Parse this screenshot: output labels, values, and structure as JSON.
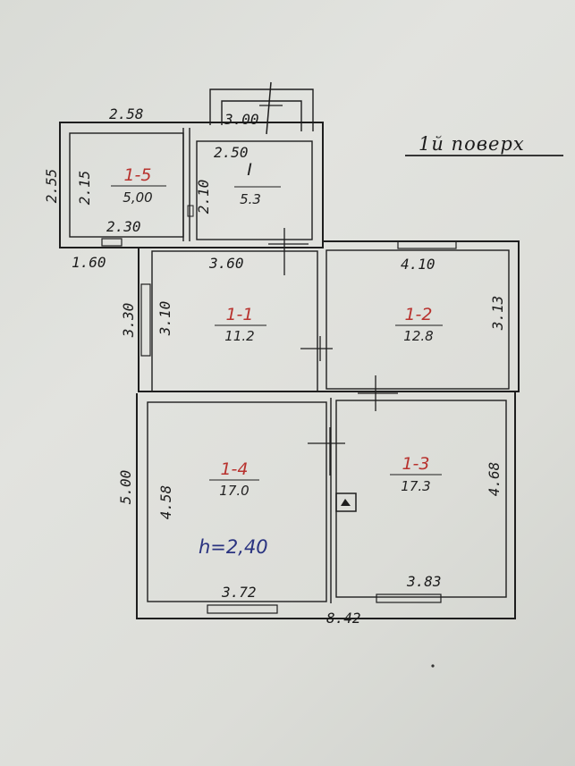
{
  "title": "1й поверх",
  "ceiling_height": "h=2,40",
  "rooms": {
    "r1_5": {
      "code": "1-5",
      "area": "5,00"
    },
    "rI": {
      "code": "I",
      "area": "5.3"
    },
    "r1_1": {
      "code": "1-1",
      "area": "11.2"
    },
    "r1_2": {
      "code": "1-2",
      "area": "12.8"
    },
    "r1_4": {
      "code": "1-4",
      "area": "17.0"
    },
    "r1_3": {
      "code": "1-3",
      "area": "17.3"
    }
  },
  "dimensions": {
    "top_left_width": "2.58",
    "porch_width": "3.00",
    "left_height": "2.55",
    "room15_inner_h": "2.15",
    "room15_inner_w": "2.30",
    "roomI_inner_w": "2.50",
    "roomI_inner_h": "2.10",
    "bottom_left_small": "1.60",
    "room11_top": "3.60",
    "room12_top": "4.10",
    "room11_outer_h": "3.30",
    "room11_inner_h": "3.10",
    "room12_h": "3.13",
    "lower_outer_h": "5.00",
    "room14_h": "4.58",
    "room13_h": "4.68",
    "room14_bottom": "3.72",
    "room13_bottom": "3.83",
    "total_width": "8.42"
  },
  "colors": {
    "ink": "#1e1e1e",
    "red": "#b8322e",
    "blue": "#2a3380",
    "paper": "#dcddd8"
  }
}
